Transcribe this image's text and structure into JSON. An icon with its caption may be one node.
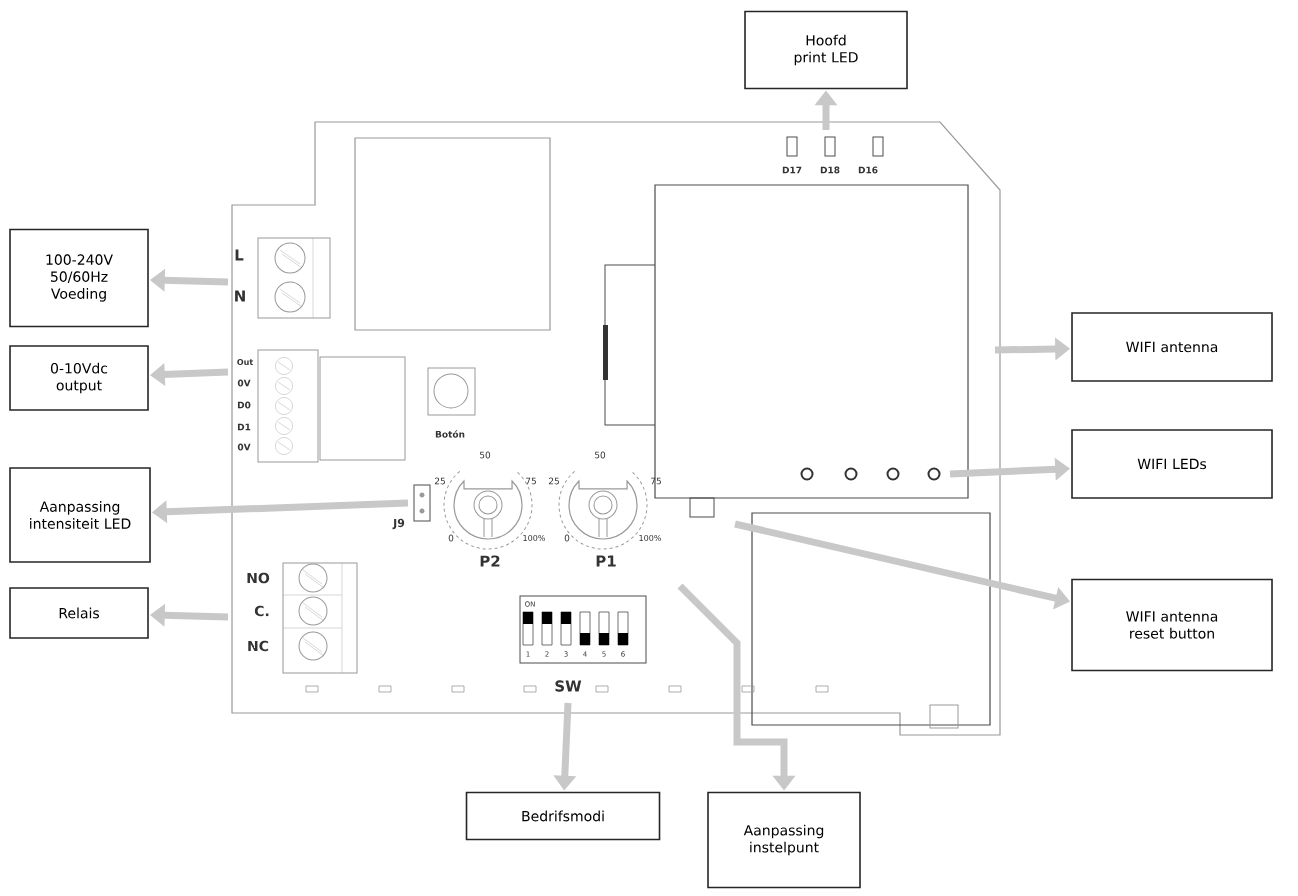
{
  "diagram": {
    "nodes": [
      {
        "text": [
          "Hoofd print LED"
        ]
      },
      {
        "text": [
          "100-240V 50/60Hz Voeding"
        ]
      },
      {
        "text": [
          "0-10Vdc output"
        ]
      },
      {
        "text": [
          "Aanpassing intensiteit LED"
        ]
      },
      {
        "text": [
          "Relais"
        ]
      },
      {
        "text": [
          "WIFI antenna"
        ]
      },
      {
        "text": [
          "WIFI LEDs"
        ]
      },
      {
        "text": [
          "WIFI antenna reset button"
        ]
      },
      {
        "text": [
          "Bedrifsmodi"
        ]
      },
      {
        "text": [
          "Aanpassing instelpunt"
        ]
      }
    ],
    "edges": [
      {
        "from": null,
        "to": 0,
        "arrow": "to"
      },
      {
        "from": null,
        "to": 1,
        "arrow": "to"
      },
      {
        "from": null,
        "to": 2,
        "arrow": "to"
      },
      {
        "from": null,
        "to": 3,
        "arrow": "to"
      },
      {
        "from": null,
        "to": 4,
        "arrow": "to"
      },
      {
        "from": null,
        "to": 5,
        "arrow": "to"
      },
      {
        "from": null,
        "to": 6,
        "arrow": "to"
      },
      {
        "from": null,
        "to": 7,
        "arrow": "to"
      },
      {
        "from": null,
        "to": 8,
        "arrow": "to"
      },
      {
        "from": null,
        "to": 9,
        "arrow": "to"
      }
    ],
    "labels": [
      "D17",
      "D18",
      "D16",
      "L",
      "N",
      "Out",
      "0V",
      "D0",
      "D1",
      "0V",
      "Botón",
      "50",
      "50",
      "25",
      "75",
      "25",
      "75",
      "J9",
      "0",
      "100%",
      "0",
      "100%",
      "P2",
      "P1",
      "NO",
      "C.",
      "ON",
      "1",
      "2",
      "3",
      "4",
      "5",
      "6",
      "NC",
      "SW"
    ]
  }
}
